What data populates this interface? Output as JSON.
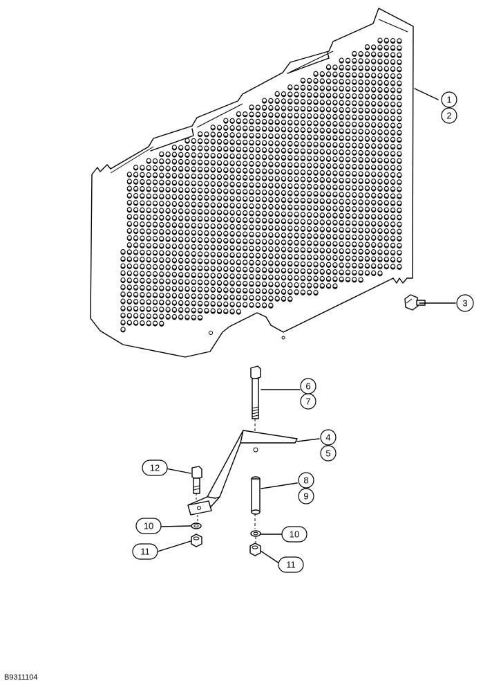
{
  "drawing_ref": "B9311104",
  "callouts": [
    {
      "id": "c1",
      "label": "1"
    },
    {
      "id": "c2",
      "label": "2"
    },
    {
      "id": "c3",
      "label": "3"
    },
    {
      "id": "c4",
      "label": "4"
    },
    {
      "id": "c5",
      "label": "5"
    },
    {
      "id": "c6",
      "label": "6"
    },
    {
      "id": "c7",
      "label": "7"
    },
    {
      "id": "c8",
      "label": "8"
    },
    {
      "id": "c9",
      "label": "9"
    },
    {
      "id": "c10a",
      "label": "10"
    },
    {
      "id": "c10b",
      "label": "10"
    },
    {
      "id": "c11a",
      "label": "11"
    },
    {
      "id": "c11b",
      "label": "11"
    },
    {
      "id": "c12",
      "label": "12"
    }
  ]
}
